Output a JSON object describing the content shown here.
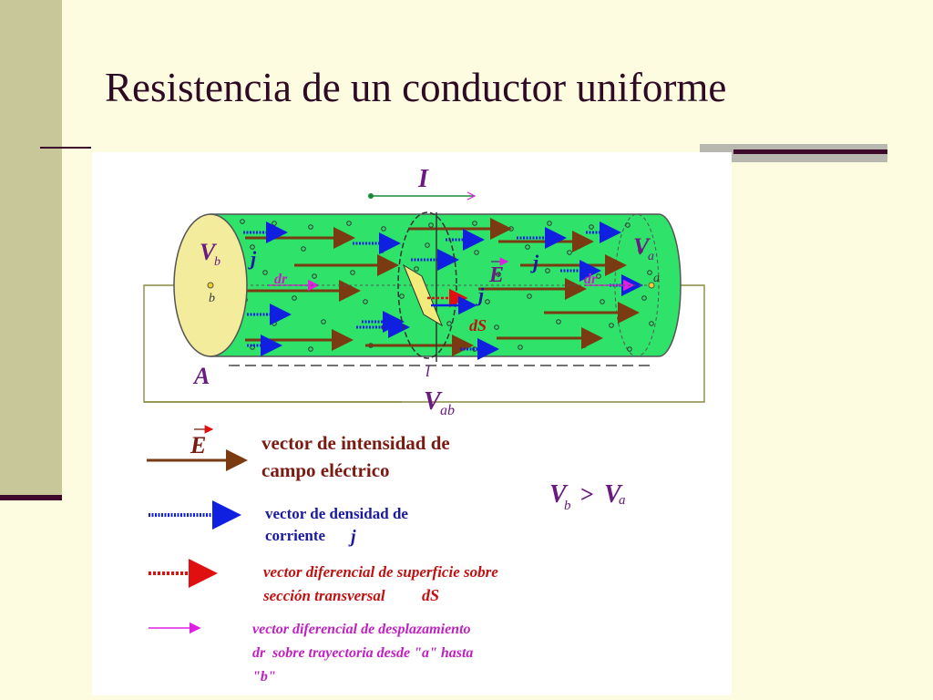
{
  "slide": {
    "title": "Resistencia de un conductor uniforme"
  },
  "diagram": {
    "current_label": "I",
    "left_potential": "V",
    "left_potential_sub": "b",
    "right_potential": "V",
    "right_potential_sub": "a",
    "point_b": "b",
    "point_a": "a",
    "area_label": "A",
    "length_label": "l",
    "voltage_label": "V",
    "voltage_sub": "ab",
    "field_label": "E",
    "current_density_label": "j",
    "surface_label": "dS",
    "displacement_label": "dr"
  },
  "legend": {
    "field_symbol": "E",
    "field_line1": "vector de intensidad de",
    "field_line2": "campo eléctrico",
    "density_line1": "vector de densidad de",
    "density_line2": "corriente",
    "density_symbol": "j",
    "surface_line1": "vector diferencial de superficie sobre",
    "surface_line2": "sección transversal",
    "surface_symbol": "dS",
    "disp_line1": "vector diferencial de desplazamiento",
    "disp_symbol": "dr",
    "disp_line2": "sobre trayectoria desde \"a\" hasta",
    "disp_line3": "\"b\"",
    "inequality_left": "V",
    "inequality_left_sub": "b",
    "inequality_op": ">",
    "inequality_right": "V",
    "inequality_right_sub": "a"
  },
  "colors": {
    "background": "#fdfbe0",
    "sidebar": "#c8c79a",
    "accent_dark": "#3d0a2c",
    "cylinder_fill": "#2fe36a",
    "end_cap": "#f3ec9c",
    "field_arrow": "#7a3a12",
    "density_arrow": "#1020e0",
    "surface_arrow": "#e01010",
    "disp_arrow": "#e020e0",
    "label_purple": "#6a1a80",
    "label_blue": "#1a1aa0",
    "label_red": "#c01010"
  }
}
